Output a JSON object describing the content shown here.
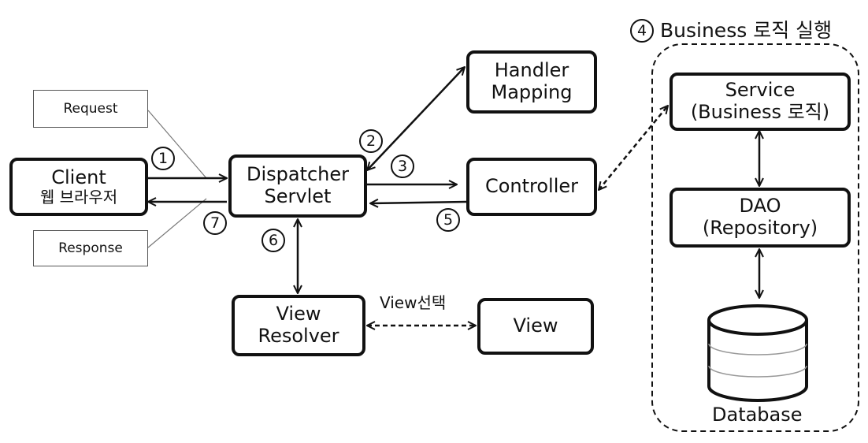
{
  "nodes": {
    "client": {
      "title": "Client",
      "subtitle": "웹 브라우저"
    },
    "dispatcher": {
      "line1": "Dispatcher",
      "line2": "Servlet"
    },
    "handler_mapping": {
      "line1": "Handler",
      "line2": "Mapping"
    },
    "controller": {
      "label": "Controller"
    },
    "view_resolver": {
      "line1": "View",
      "line2": "Resolver"
    },
    "view": {
      "label": "View"
    },
    "service": {
      "line1": "Service",
      "line2": "(Business 로직)"
    },
    "dao": {
      "line1": "DAO",
      "line2": "(Repository)"
    },
    "database": {
      "label": "Database"
    }
  },
  "notes": {
    "request": "Request",
    "response": "Response"
  },
  "steps": {
    "s1": "1",
    "s2": "2",
    "s3": "3",
    "s4": "4",
    "s5": "5",
    "s6": "6",
    "s7": "7"
  },
  "labels": {
    "business_group": "Business 로직 실행",
    "view_select": "View선택"
  }
}
